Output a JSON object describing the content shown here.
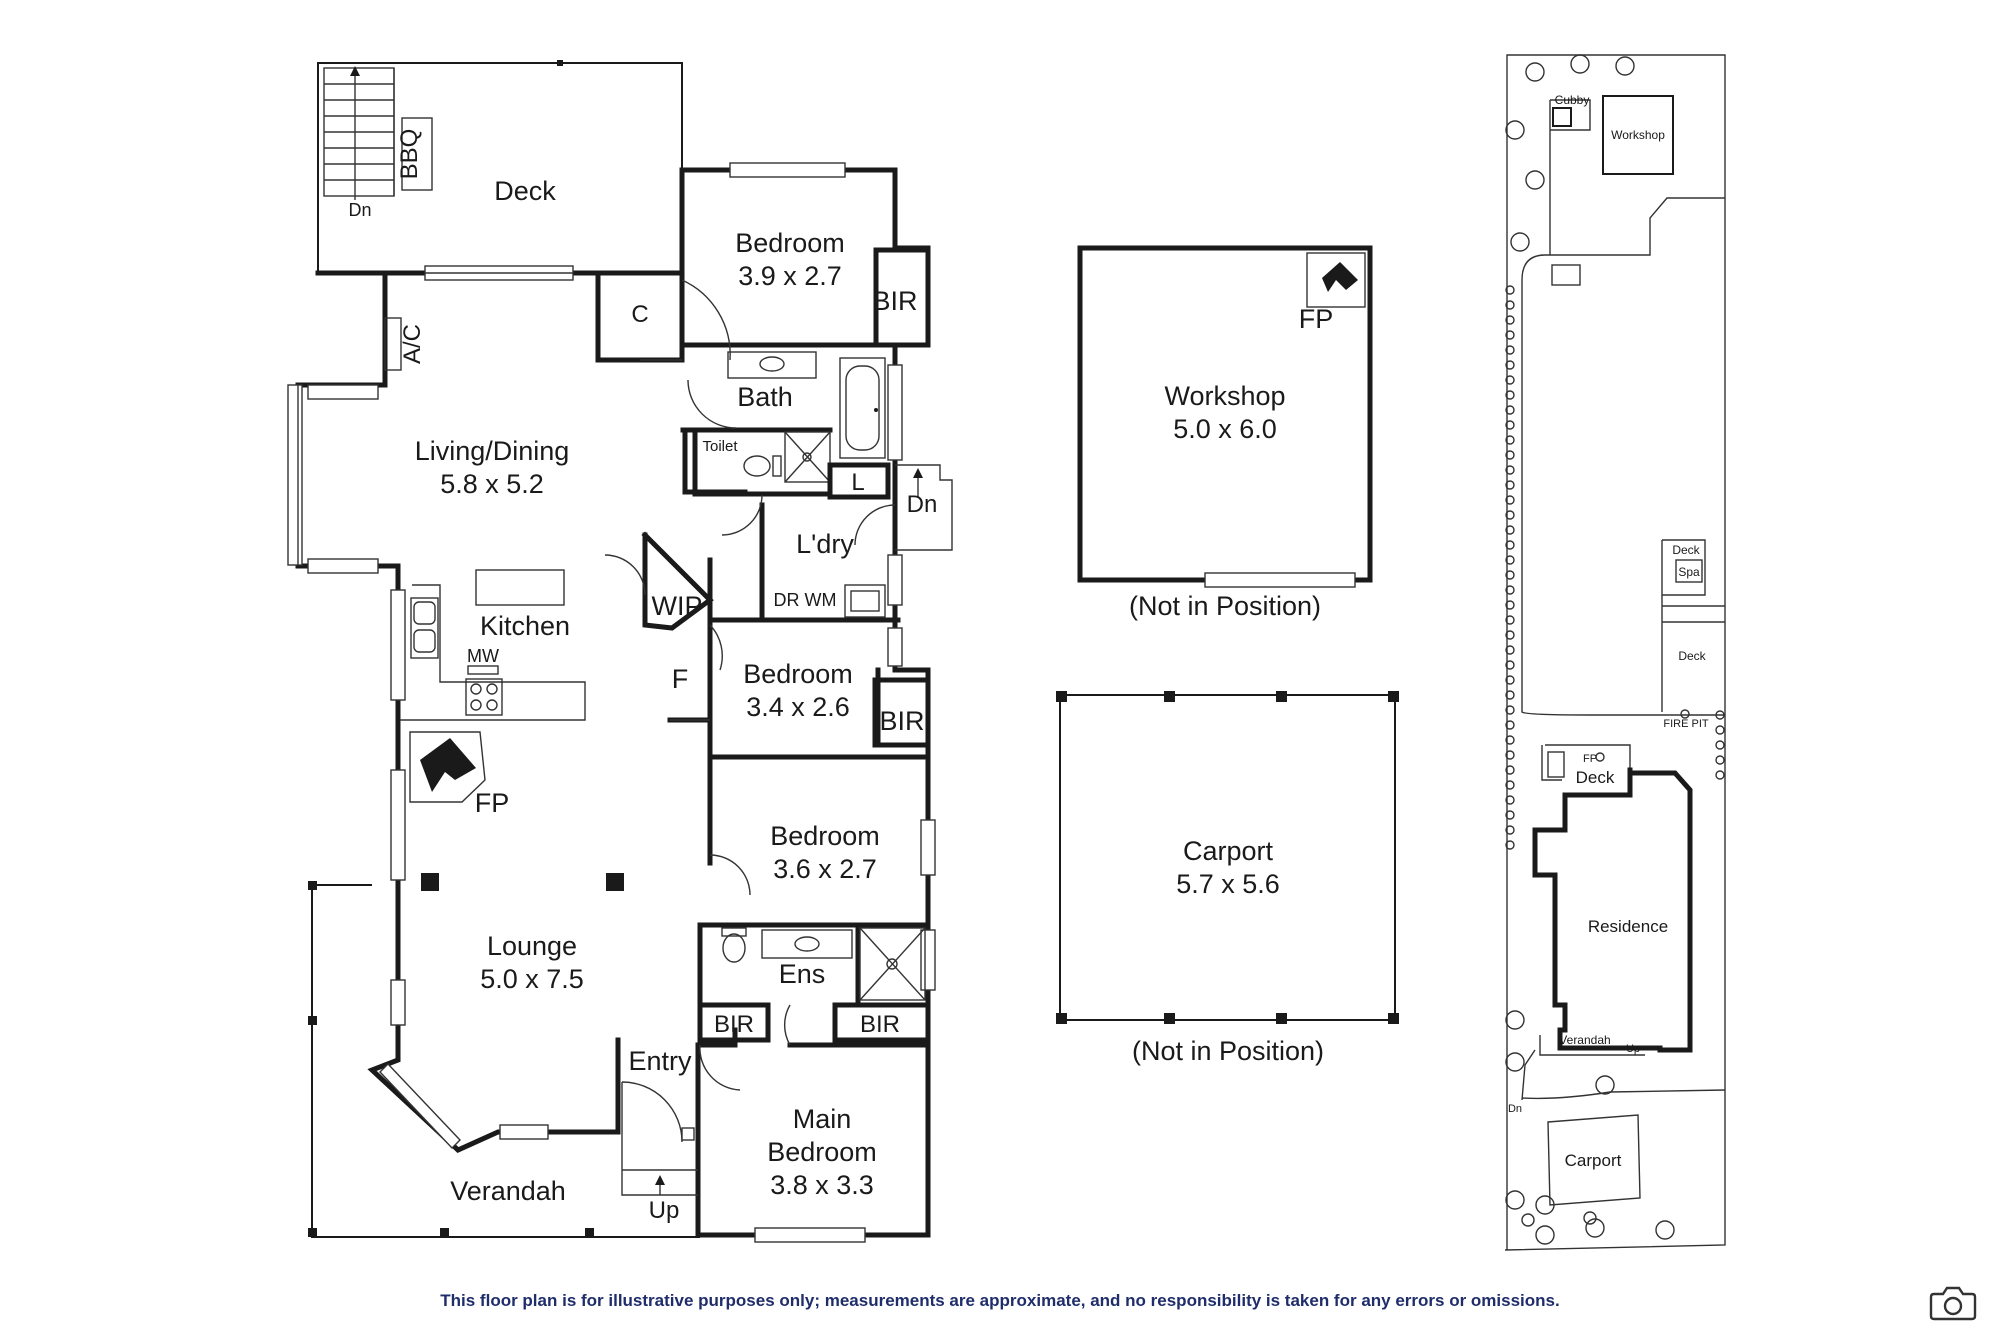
{
  "rooms": {
    "deck": "Deck",
    "bbq": "BBQ",
    "deck_dn": "Dn",
    "ac": "A/C",
    "c": "C",
    "bedroom1_name": "Bedroom",
    "bedroom1_size": "3.9 x 2.7",
    "bir1": "BIR",
    "bath": "Bath",
    "toilet": "Toilet",
    "l": "L",
    "dn": "Dn",
    "living_name": "Living/Dining",
    "living_size": "5.8 x 5.2",
    "laundry": "L'dry",
    "dr_wm": "DR  WM",
    "kitchen": "Kitchen",
    "mw": "MW",
    "wip": "WIP",
    "f": "F",
    "bedroom2_name": "Bedroom",
    "bedroom2_size": "3.4 x 2.6",
    "bir2": "BIR",
    "fp": "FP",
    "bedroom3_name": "Bedroom",
    "bedroom3_size": "3.6 x 2.7",
    "lounge_name": "Lounge",
    "lounge_size": "5.0 x 7.5",
    "ens": "Ens",
    "bir3": "BIR",
    "bir4": "BIR",
    "entry": "Entry",
    "main_bedroom_l1": "Main",
    "main_bedroom_l2": "Bedroom",
    "main_bedroom_size": "3.8 x 3.3",
    "verandah": "Verandah",
    "up": "Up"
  },
  "workshop": {
    "fp": "FP",
    "name": "Workshop",
    "size": "5.0 x 6.0",
    "note": "(Not in Position)"
  },
  "carport": {
    "name": "Carport",
    "size": "5.7 x 5.6",
    "note": "(Not in Position)"
  },
  "site": {
    "cubby": "Cubby",
    "workshop": "Workshop",
    "deck_top": "Deck",
    "spa": "Spa",
    "deck_mid": "Deck",
    "fp": "FP",
    "deck_res": "Deck",
    "residence": "Residence",
    "verandah": "Verandah",
    "up": "Up",
    "dn": "Dn",
    "carport": "Carport",
    "fire_pit": "FIRE PIT"
  },
  "disclaimer": "This floor plan is for illustrative purposes only; measurements are approximate, and no responsibility is taken for any errors or omissions.",
  "icons": {
    "camera": "camera-icon",
    "fireplace": "fireplace-icon"
  }
}
